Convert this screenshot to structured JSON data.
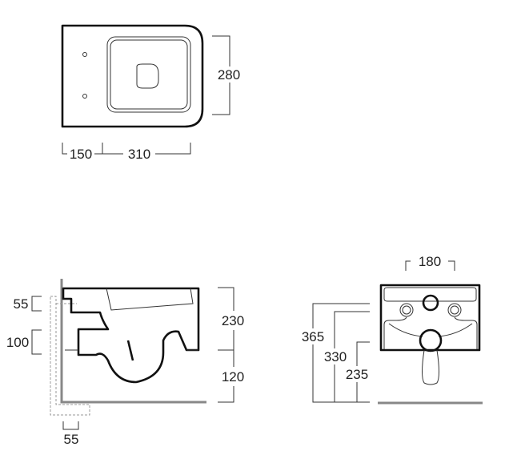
{
  "top_view": {
    "dim_width_right": "280",
    "dim_bottom_left": "150",
    "dim_bottom_right": "310"
  },
  "side_view": {
    "dim_upper_right": "230",
    "dim_lower_right": "120",
    "dim_left_upper": "55",
    "dim_left_lower": "100",
    "dim_bottom": "55"
  },
  "front_view": {
    "dim_top": "180",
    "dim_height_1": "365",
    "dim_height_2": "330",
    "dim_height_3": "235"
  }
}
